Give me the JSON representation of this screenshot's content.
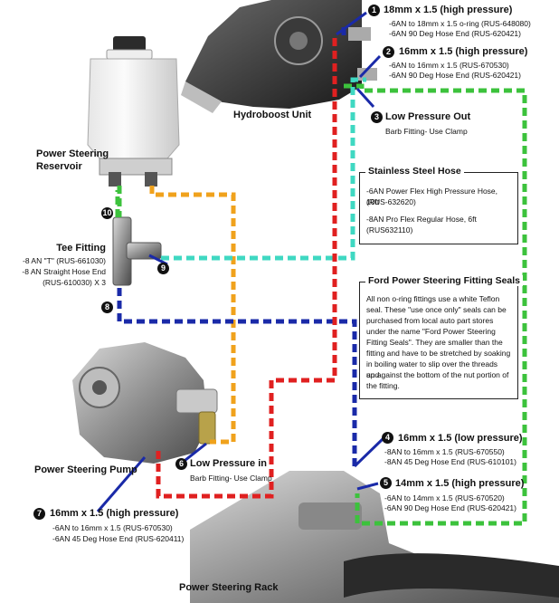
{
  "labels": {
    "hydroboost": "Hydroboost Unit",
    "reservoir_line1": "Power Steering",
    "reservoir_line2": "Reservoir",
    "pump": "Power Steering Pump",
    "rack": "Power Steering Rack",
    "tee_title": "Tee Fitting",
    "tee_line1": "-8 AN \"T\" (RUS-661030)",
    "tee_line2": "-8 AN Straight Hose End",
    "tee_line3": "(RUS-610030) X 3"
  },
  "callouts": {
    "c1": {
      "num": "1",
      "title": "18mm x 1.5 (high pressure)",
      "line1": "-6AN to 18mm x 1.5 o-ring (RUS-648080)",
      "line2": "-6AN 90 Deg Hose End (RUS-620421)"
    },
    "c2": {
      "num": "2",
      "title": "16mm x 1.5 (high pressure)",
      "line1": "-6AN to 16mm x 1.5 (RUS-670530)",
      "line2": "-6AN 90 Deg Hose End (RUS-620421)"
    },
    "c3": {
      "num": "3",
      "title": "Low Pressure Out",
      "line1": "Barb Fitting- Use Clamp"
    },
    "c4": {
      "num": "4",
      "title": "16mm x 1.5 (low pressure)",
      "line1": "-8AN to 16mm x 1.5 (RUS-670550)",
      "line2": "-8AN 45 Deg Hose End (RUS-610101)"
    },
    "c5": {
      "num": "5",
      "title": "14mm x 1.5 (high pressure)",
      "line1": "-6AN to 14mm x 1.5 (RUS-670520)",
      "line2": "-6AN 90 Deg Hose End (RUS-620421)"
    },
    "c6": {
      "num": "6",
      "title": "Low Pressure in",
      "line1": "Barb Fitting- Use Clamp"
    },
    "c7": {
      "num": "7",
      "title": "16mm x 1.5 (high pressure)",
      "line1": "-6AN to 16mm x 1.5 (RUS-670530)",
      "line2": "-6AN 45 Deg Hose End (RUS-620411)"
    },
    "c8": {
      "num": "8"
    },
    "c9": {
      "num": "9"
    },
    "c10": {
      "num": "10"
    }
  },
  "stainless_box": {
    "title": "Stainless Steel Hose",
    "line1": "-6AN Power Flex High Pressure Hose, 10ft",
    "line2": "(RUS-632620)",
    "line3": "-8AN Pro Flex Regular Hose, 6ft",
    "line4": "(RUS632110)"
  },
  "seals_box": {
    "title": "Ford Power Steering Fitting Seals",
    "l1": "All non o-ring fittings use a white Teflon",
    "l2": "seal. These \"use once only\" seals can be",
    "l3": "purchased from local auto part stores",
    "l4": "under the name \"Ford Power Steering",
    "l5": "Fitting Seals\". They are smaller than the",
    "l6": "fitting and have to be stretched by soaking",
    "l7": "in boiling water to slip over the threads and",
    "l8": "up against the bottom of the nut portion of",
    "l9": "the fitting."
  },
  "colors": {
    "green": "#3cc23c",
    "orange": "#f0a21c",
    "cyan": "#3fd8c2",
    "blue": "#1a2aa8",
    "red": "#e02020"
  }
}
